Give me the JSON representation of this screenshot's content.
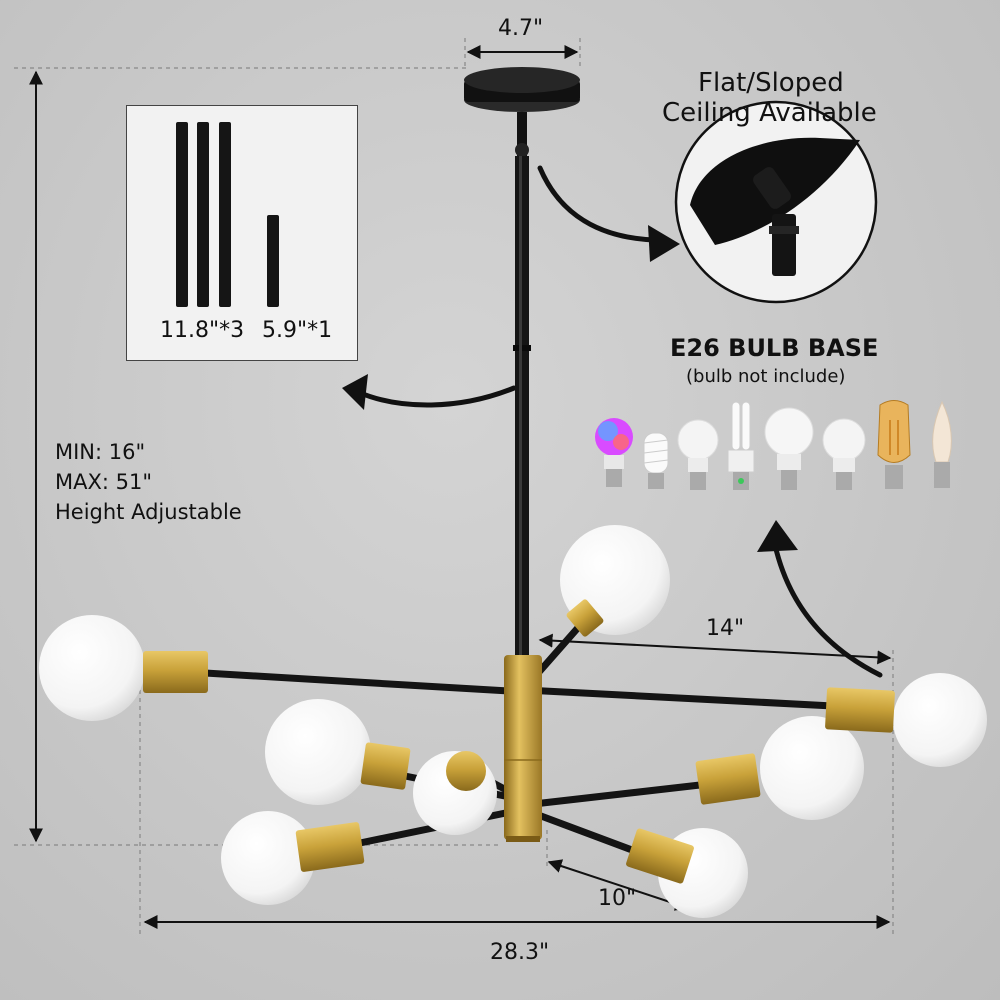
{
  "dimensions": {
    "canopy_width": "4.7\"",
    "overall_width": "28.3\"",
    "arm_reach_upper": "14\"",
    "arm_reach_lower": "10\""
  },
  "height": {
    "min": "MIN: 16\"",
    "max": "MAX: 51\"",
    "note": "Height Adjustable"
  },
  "rods": {
    "long_label": "11.8\"*3",
    "short_label": "5.9\"*1"
  },
  "ceiling": {
    "line1": "Flat/Sloped",
    "line2": "Ceiling Available"
  },
  "bulb_base": {
    "title": "E26 BULB BASE",
    "subtitle": "(bulb not include)",
    "bulb_icons": [
      "rgb-smart-bulb-icon",
      "spiral-cfl-bulb-icon",
      "a19-led-bulb-icon",
      "cfl-tube-bulb-icon",
      "a21-led-bulb-icon",
      "globe-led-bulb-icon",
      "edison-filament-bulb-icon",
      "candle-flame-bulb-icon"
    ]
  },
  "colors": {
    "metal_black": "#1a1a1a",
    "brass": "#c9a23a",
    "bulb": "#ffffff",
    "background": "#c9c9c9"
  }
}
